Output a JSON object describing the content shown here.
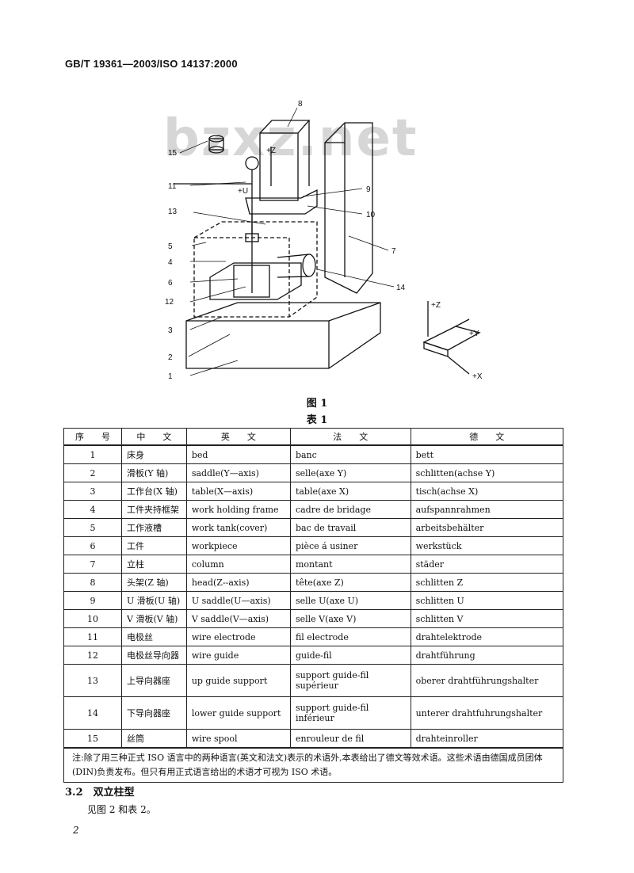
{
  "header": "GB/T 19361—2003/ISO 14137:2000",
  "watermark": "bzxz.net",
  "figure": {
    "caption": "图 1",
    "callouts": [
      "1",
      "2",
      "3",
      "4",
      "5",
      "6",
      "7",
      "8",
      "9",
      "10",
      "11",
      "12",
      "13",
      "14",
      "15"
    ],
    "axes": [
      "+Z",
      "+Y",
      "+X",
      "+Z",
      "+U"
    ]
  },
  "table": {
    "caption": "表 1",
    "headers": [
      "序　　号",
      "中　　文",
      "英　　文",
      "法　　文",
      "德　　文"
    ],
    "rows": [
      {
        "no": "1",
        "zh": "床身",
        "en": "bed",
        "fr": "banc",
        "de": "bett"
      },
      {
        "no": "2",
        "zh": "滑板(Y 轴)",
        "en": "saddle(Y—axis)",
        "fr": "selle(axe Y)",
        "de": "schlitten(achse Y)"
      },
      {
        "no": "3",
        "zh": "工作台(X 轴)",
        "en": "table(X—axis)",
        "fr": "table(axe X)",
        "de": "tisch(achse X)"
      },
      {
        "no": "4",
        "zh": "工件夹持框架",
        "en": "work holding frame",
        "fr": "cadre de bridage",
        "de": "aufspannrahmen"
      },
      {
        "no": "5",
        "zh": "工作液槽",
        "en": "work tank(cover)",
        "fr": "bac de travail",
        "de": "arbeitsbehälter"
      },
      {
        "no": "6",
        "zh": "工件",
        "en": "workpiece",
        "fr": "pièce á usiner",
        "de": "werkstück"
      },
      {
        "no": "7",
        "zh": "立柱",
        "en": "column",
        "fr": "montant",
        "de": "städer"
      },
      {
        "no": "8",
        "zh": "头架(Z 轴)",
        "en": "head(Z--axis)",
        "fr": "tête(axe Z)",
        "de": "schlitten Z"
      },
      {
        "no": "9",
        "zh": "U 滑板(U 轴)",
        "en": "U saddle(U—axis)",
        "fr": "selle U(axe U)",
        "de": "schlitten U"
      },
      {
        "no": "10",
        "zh": "V 滑板(V 轴)",
        "en": "V saddle(V—axis)",
        "fr": "selle V(axe V)",
        "de": "schlitten V"
      },
      {
        "no": "11",
        "zh": "电极丝",
        "en": "wire electrode",
        "fr": "fil electrode",
        "de": "drahtelektrode"
      },
      {
        "no": "12",
        "zh": "电极丝导向器",
        "en": "wire guide",
        "fr": "guide-fil",
        "de": "drahtführung"
      },
      {
        "no": "13",
        "zh": "上导向器座",
        "en": "up guide support",
        "fr": "support guide-fil supérieur",
        "de": "oberer drahtführungshalter"
      },
      {
        "no": "14",
        "zh": "下导向器座",
        "en": "lower guide support",
        "fr": "support guide-fil inférieur",
        "de": "unterer drahtfuhrungshalter"
      },
      {
        "no": "15",
        "zh": "丝筒",
        "en": "wire spool",
        "fr": "enrouleur de fil",
        "de": "drahteinroller"
      }
    ],
    "note": "注:除了用三种正式 ISO 语言中的两种语言(英文和法文)表示的术语外,本表给出了德文等效术语。这些术语由德国成员团体(DIN)负责发布。但只有用正式语言给出的术语才可视为 ISO 术语。"
  },
  "section": {
    "title": "3.2　双立柱型",
    "ref": "见图 2 和表 2。"
  },
  "page_number": "2"
}
